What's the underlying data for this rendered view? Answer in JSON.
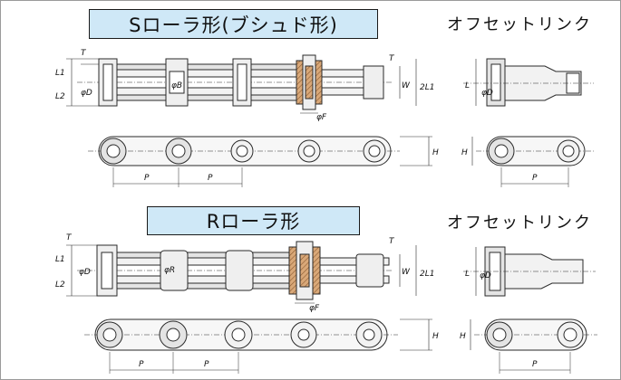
{
  "s_section": {
    "title": "Sローラ形(ブシュド形)",
    "offset_title": "オフセットリンク",
    "labels": {
      "t_left": "T",
      "l1": "L1",
      "l2": "L2",
      "phi_d": "φD",
      "phi_b": "φB",
      "phi_f": "φF",
      "t_right": "T",
      "w": "W",
      "two_l1": "2L1",
      "h": "H",
      "p1": "P",
      "p2": "P",
      "off_l": "L",
      "off_phi_d": "φD",
      "off_h": "H",
      "off_p": "P"
    }
  },
  "r_section": {
    "title": "Rローラ形",
    "offset_title": "オフセットリンク",
    "labels": {
      "t_left": "T",
      "l1": "L1",
      "l2": "L2",
      "phi_d": "φD",
      "phi_r": "φR",
      "phi_f": "φF",
      "t_right": "T",
      "w": "W",
      "two_l1": "2L1",
      "h": "H",
      "p1": "P",
      "p2": "P",
      "off_l": "L",
      "off_phi_d": "φD",
      "off_h": "H",
      "off_p": "P"
    }
  },
  "colors": {
    "title_fill": "#cfe8f7",
    "line": "#2a2a2a",
    "part_fill": "#e4e4e4",
    "hatch_fill": "#c98f5a"
  }
}
